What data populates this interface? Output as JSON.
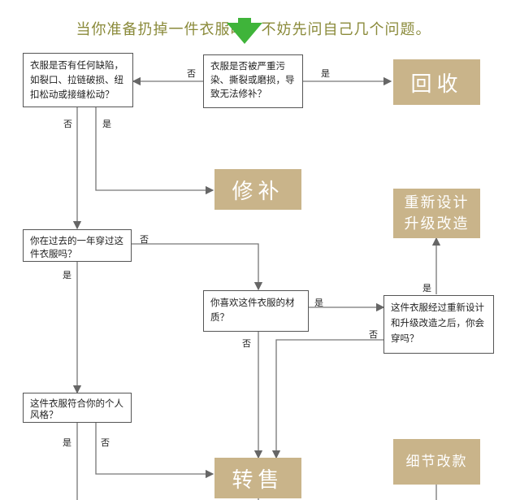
{
  "title": "当你准备扔掉一件衣服时，不妨先问自己几个问题。",
  "questions": {
    "q_main": "衣服是否被严重污染、撕裂或磨损，导致无法修补？",
    "q_defect": "衣服是否有任何缺陷，如裂口、拉链破损、纽扣松动或接缝松动？",
    "q_year": "你在过去的一年穿过这件衣服吗？",
    "q_material": "你喜欢这件衣服的材质？",
    "q_redesign": "这件衣服经过重新设计和升级改造之后，你会穿吗？",
    "q_style": "这件衣服符合你的个人风格？"
  },
  "outcomes": {
    "recycle": "回收",
    "repair": "修补",
    "redesign": "重新设计\n升级改造",
    "resell": "转售",
    "alter": "细节改款"
  },
  "labels": {
    "yes": "是",
    "no": "否"
  },
  "colors": {
    "outcome_fill": "#c9b48a",
    "title": "#8a8a3a",
    "arrow_green": "#3fb43a"
  }
}
